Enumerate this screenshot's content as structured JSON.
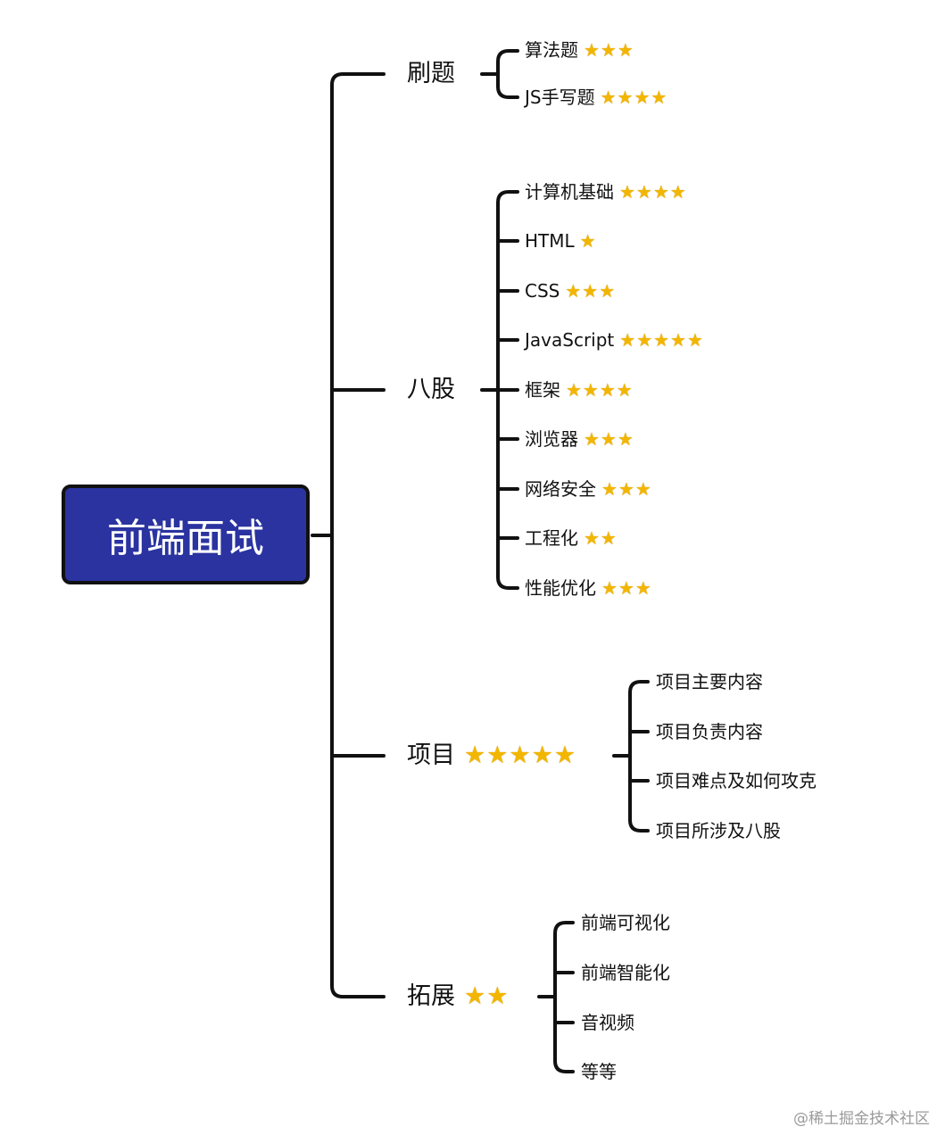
{
  "root": {
    "label": "前端面试"
  },
  "branches": [
    {
      "label": "刷题",
      "stars": "",
      "children": [
        {
          "label": "算法题",
          "stars": "★★★"
        },
        {
          "label": "JS手写题",
          "stars": "★★★★"
        }
      ]
    },
    {
      "label": "八股",
      "stars": "",
      "children": [
        {
          "label": "计算机基础",
          "stars": "★★★★"
        },
        {
          "label": "HTML",
          "stars": "★"
        },
        {
          "label": "CSS",
          "stars": "★★★"
        },
        {
          "label": "JavaScript",
          "stars": "★★★★★"
        },
        {
          "label": "框架",
          "stars": "★★★★"
        },
        {
          "label": "浏览器",
          "stars": "★★★"
        },
        {
          "label": "网络安全",
          "stars": "★★★"
        },
        {
          "label": "工程化",
          "stars": "★★"
        },
        {
          "label": "性能优化",
          "stars": "★★★"
        }
      ]
    },
    {
      "label": "项目",
      "stars": "★★★★★",
      "children": [
        {
          "label": "项目主要内容",
          "stars": ""
        },
        {
          "label": "项目负责内容",
          "stars": ""
        },
        {
          "label": "项目难点及如何攻克",
          "stars": ""
        },
        {
          "label": "项目所涉及八股",
          "stars": ""
        }
      ]
    },
    {
      "label": "拓展",
      "stars": "★★",
      "children": [
        {
          "label": "前端可视化",
          "stars": ""
        },
        {
          "label": "前端智能化",
          "stars": ""
        },
        {
          "label": "音视频",
          "stars": ""
        },
        {
          "label": "等等",
          "stars": ""
        }
      ]
    }
  ],
  "watermark": "@稀土掘金技术社区",
  "colors": {
    "root_fill": "#2a33a0",
    "line": "#111111",
    "star": "#f2b600"
  },
  "icons": {
    "star": "star-icon"
  }
}
